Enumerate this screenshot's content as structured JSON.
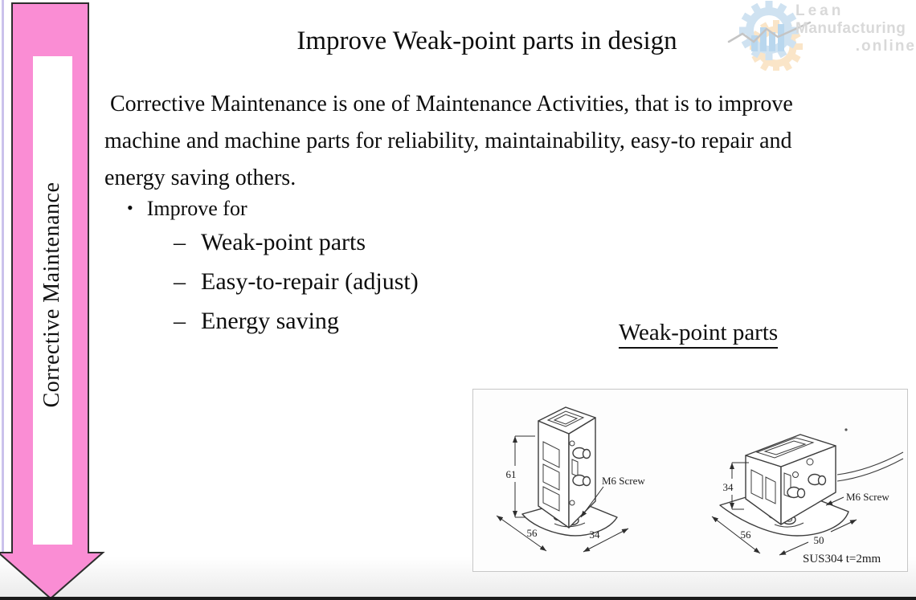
{
  "slide": {
    "title": "Improve Weak-point parts in design",
    "paragraph_lines": [
      " Corrective Maintenance is one of Maintenance Activities, that is to improve",
      "machine and machine parts for reliability, maintainability, easy-to repair and",
      "energy saving others."
    ],
    "bullet": {
      "marker": "•",
      "label": "Improve for",
      "sub_marker": "–",
      "sub_items": [
        "Weak-point parts",
        "Easy-to-repair (adjust)",
        "Energy saving"
      ]
    }
  },
  "sidebar": {
    "arrow_label": "Corrective Maintenance",
    "arrow_fill": "#FA8DD4",
    "arrow_border": "#2e2e2e",
    "edge_line_color": "#cbc2ec"
  },
  "logo": {
    "line1": "Lean",
    "line2": "Manufacturing",
    "line3": ".online",
    "gear_blue": "#cfe2f1",
    "gear_orange": "#fae5c8",
    "bar_blue": "#b9d7ee",
    "trend_gray": "#c4c4c4",
    "text_color": "#d9d9d9"
  },
  "figure": {
    "heading": "Weak-point parts",
    "left_drawing": {
      "height_dim": "61",
      "width_dim": "56",
      "depth_dim": "34",
      "screw_label": "M6 Screw"
    },
    "right_drawing": {
      "height_dim": "34",
      "width_dim": "56",
      "depth_dim": "50",
      "screw_label": "M6 Screw",
      "material_label": "SUS304 t=2mm"
    }
  },
  "page": {
    "bottom_bar_color": "#1a1a1a"
  }
}
